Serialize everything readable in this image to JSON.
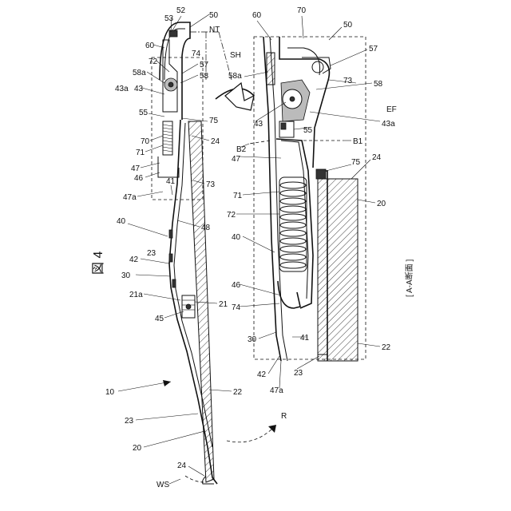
{
  "figure": {
    "title": "図 4",
    "section_caption": "[ A-A断面 ]"
  },
  "labels_left": [
    "10",
    "20",
    "21",
    "21a",
    "22",
    "23",
    "23",
    "24",
    "24",
    "30",
    "40",
    "41",
    "42",
    "43",
    "43a",
    "45",
    "46",
    "47",
    "47a",
    "48",
    "50",
    "52",
    "53",
    "55",
    "57",
    "58",
    "58a",
    "60",
    "70",
    "71",
    "72",
    "73",
    "74",
    "75",
    "NT",
    "SH",
    "WS"
  ],
  "labels_right": [
    "20",
    "22",
    "23",
    "24",
    "30",
    "40",
    "41",
    "42",
    "43",
    "43a",
    "46",
    "47",
    "47a",
    "50",
    "55",
    "57",
    "58",
    "58a",
    "60",
    "70",
    "71",
    "72",
    "73",
    "74",
    "75",
    "B1",
    "B2",
    "EF",
    "R"
  ]
}
